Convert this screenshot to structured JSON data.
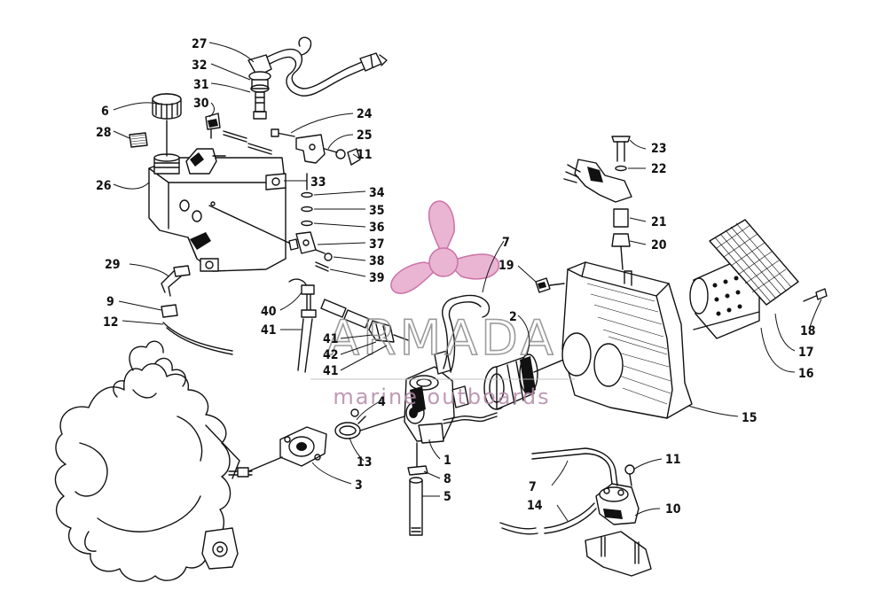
{
  "watermark": {
    "brand": "ARMADA",
    "tagline": "marine outboards",
    "logo_color": "#e7a9cc",
    "logo_stroke": "#c25a98",
    "text_color": "#8a8a8a",
    "tagline_color": "#b388a8"
  },
  "callouts": {
    "c1": "1",
    "c2": "2",
    "c3": "3",
    "c4": "4",
    "c5": "5",
    "c6": "6",
    "c7a": "7",
    "c7b": "7",
    "c8": "8",
    "c9": "9",
    "c10": "10",
    "c11a": "11",
    "c11b": "11",
    "c12": "12",
    "c13": "13",
    "c14": "14",
    "c15": "15",
    "c16": "16",
    "c17": "17",
    "c18": "18",
    "c19": "19",
    "c20": "20",
    "c21": "21",
    "c22": "22",
    "c23": "23",
    "c24": "24",
    "c25": "25",
    "c26": "26",
    "c27": "27",
    "c28": "28",
    "c29": "29",
    "c30": "30",
    "c31": "31",
    "c32": "32",
    "c33": "33",
    "c34": "34",
    "c35": "35",
    "c36": "36",
    "c37": "37",
    "c38": "38",
    "c39": "39",
    "c40": "40",
    "c41a": "41",
    "c41b": "41",
    "c41c": "41",
    "c42": "42"
  }
}
